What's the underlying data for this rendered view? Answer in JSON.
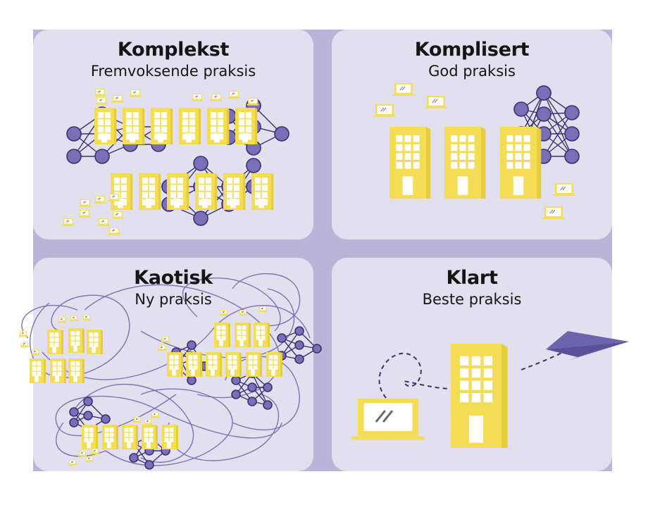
{
  "colors": {
    "background": "#ffffff",
    "panel": "#e2e0ee",
    "cross": "#b9b4d8",
    "building": "#f3dd55",
    "building_side": "#e7cd3a",
    "window": "#ffffff",
    "node": "#7a6fb6",
    "node_stroke": "#3a3170",
    "line": "#3a3170",
    "tangle": "#7a72b6",
    "laptop": "#f3dd55",
    "plane": "#6e64ad"
  },
  "quadrants": {
    "complex": {
      "title": "Komplekst",
      "subtitle": "Fremvoksende praksis",
      "icon": "buildings-network-icon"
    },
    "complicated": {
      "title": "Komplisert",
      "subtitle": "God praksis",
      "icon": "buildings-network-icon"
    },
    "chaotic": {
      "title": "Kaotisk",
      "subtitle": "Ny praksis",
      "icon": "tangled-network-icon"
    },
    "clear": {
      "title": "Klart",
      "subtitle": "Beste praksis",
      "icon": "paper-plane-icon"
    }
  }
}
